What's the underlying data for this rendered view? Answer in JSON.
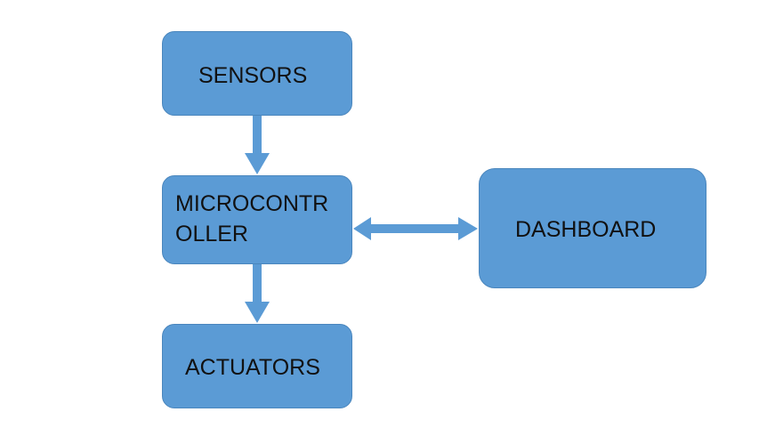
{
  "diagram": {
    "nodes": {
      "sensors": {
        "lines": [
          "SENSORS"
        ]
      },
      "microcontroller": {
        "lines": [
          "MICROCONTR",
          "OLLER"
        ]
      },
      "actuators": {
        "lines": [
          "ACTUATORS"
        ]
      },
      "dashboard": {
        "lines": [
          "DASHBOARD"
        ]
      }
    },
    "edges": [
      {
        "from": "sensors",
        "to": "microcontroller",
        "direction": "forward"
      },
      {
        "from": "microcontroller",
        "to": "actuators",
        "direction": "forward"
      },
      {
        "from": "microcontroller",
        "to": "dashboard",
        "direction": "both"
      }
    ],
    "colors": {
      "node_fill": "#5b9bd5",
      "arrow": "#5b9bd5",
      "text": "#111111"
    }
  }
}
